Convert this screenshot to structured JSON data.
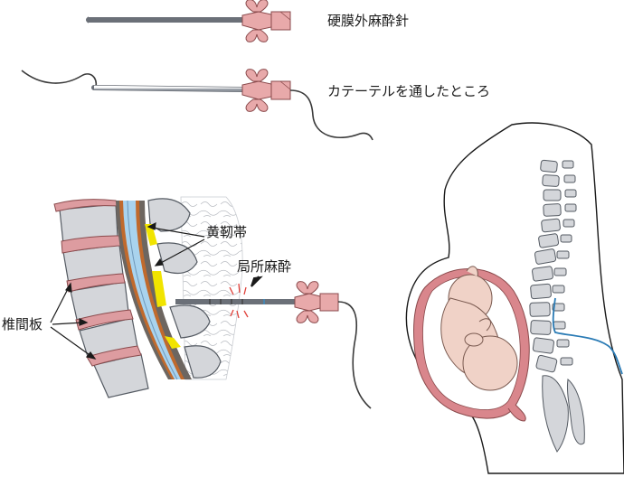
{
  "labels": {
    "needle": "硬膜外麻酔針",
    "catheter": "カテーテルを通したところ",
    "ligament": "黄靭帯",
    "local_anesthesia": "局所麻酔",
    "disc": "椎間板"
  },
  "colors": {
    "hub": "#e8a9aa",
    "hub_stroke": "#8a4a4c",
    "disc": "#dd9ca0",
    "bone": "#d4d6da",
    "bone_stroke": "#555b63",
    "canal": "#a9d3ee",
    "dura": "#6d6660",
    "ligament": "#f1e400",
    "catheter_line": "#2a7bb5",
    "fetus": "#f0d2c7",
    "uterus": "#d9868c"
  }
}
